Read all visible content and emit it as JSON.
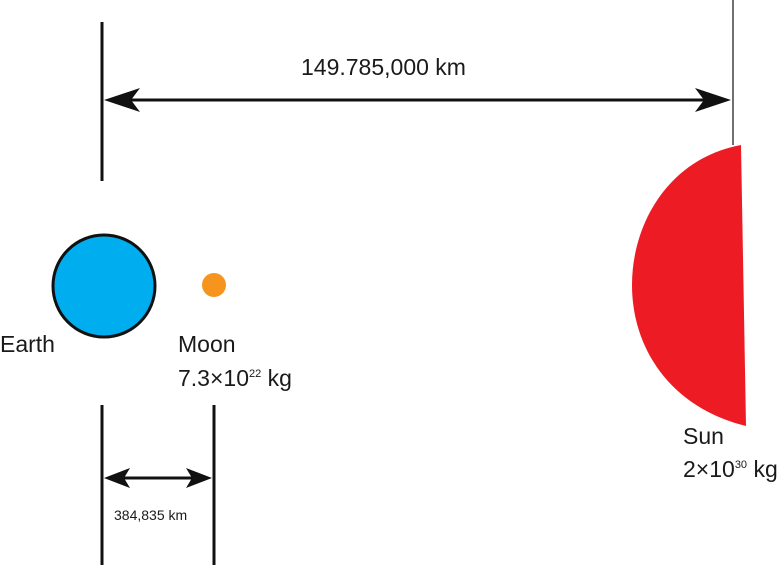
{
  "distances": {
    "earth_sun": "149.785,000 km",
    "earth_moon": "384,835 km"
  },
  "bodies": {
    "earth": {
      "name": "Earth",
      "color": "#00aeef"
    },
    "moon": {
      "name": "Moon",
      "mass_mantissa": "7.3×10",
      "mass_exponent": "22",
      "mass_unit": " kg",
      "color": "#f7941d"
    },
    "sun": {
      "name": "Sun",
      "mass_mantissa": "2×10",
      "mass_exponent": "30",
      "mass_unit": " kg",
      "color": "#ed1c24"
    }
  }
}
